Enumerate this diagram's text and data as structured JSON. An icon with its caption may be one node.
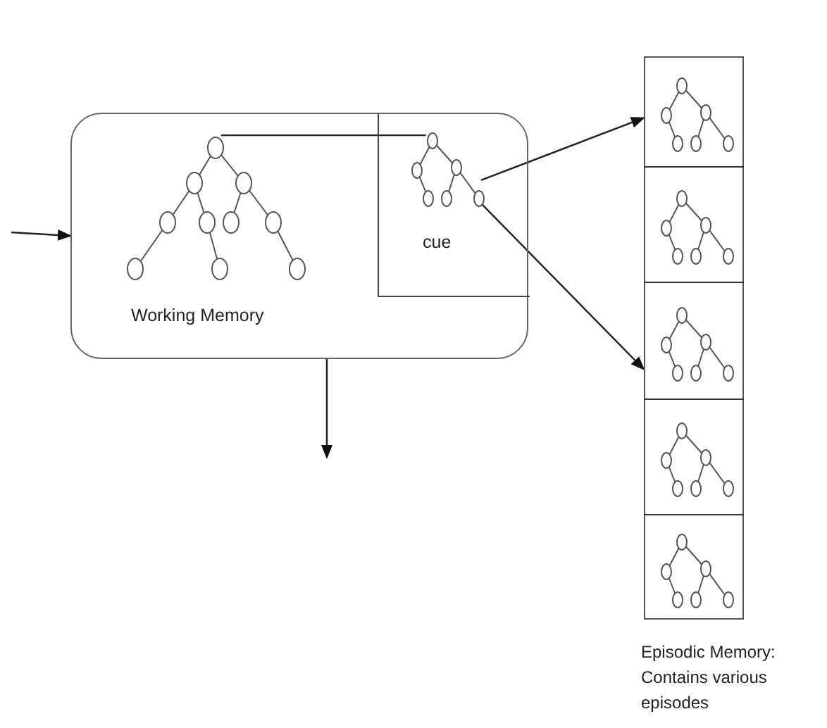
{
  "diagram": {
    "nodes": [
      {
        "text": [
          "Working Memory"
        ]
      },
      {
        "text": [],
        "shape": "picture",
        "in": 0
      },
      {
        "text": [
          "cue"
        ],
        "in": 0
      },
      {
        "text": [],
        "shape": "picture",
        "in": 2
      },
      {
        "text": [],
        "shape": "box",
        "beside": [
          "Episodic Memory: Contains various episodes"
        ]
      },
      {
        "text": [],
        "shape": "box",
        "in": 4
      },
      {
        "text": [],
        "shape": "box",
        "in": 4
      },
      {
        "text": [],
        "shape": "box",
        "in": 4
      },
      {
        "text": [],
        "shape": "box",
        "in": 4
      },
      {
        "text": [],
        "shape": "box",
        "in": 4
      }
    ],
    "edges": [
      {
        "from": null,
        "to": 0,
        "arrow": "to"
      },
      {
        "from": 0,
        "to": null,
        "arrow": "to"
      },
      {
        "from": 1,
        "to": 3,
        "arrow": "none"
      },
      {
        "from": 3,
        "to": 5,
        "arrow": "to"
      },
      {
        "from": 3,
        "to": 7,
        "arrow": "to"
      }
    ]
  }
}
